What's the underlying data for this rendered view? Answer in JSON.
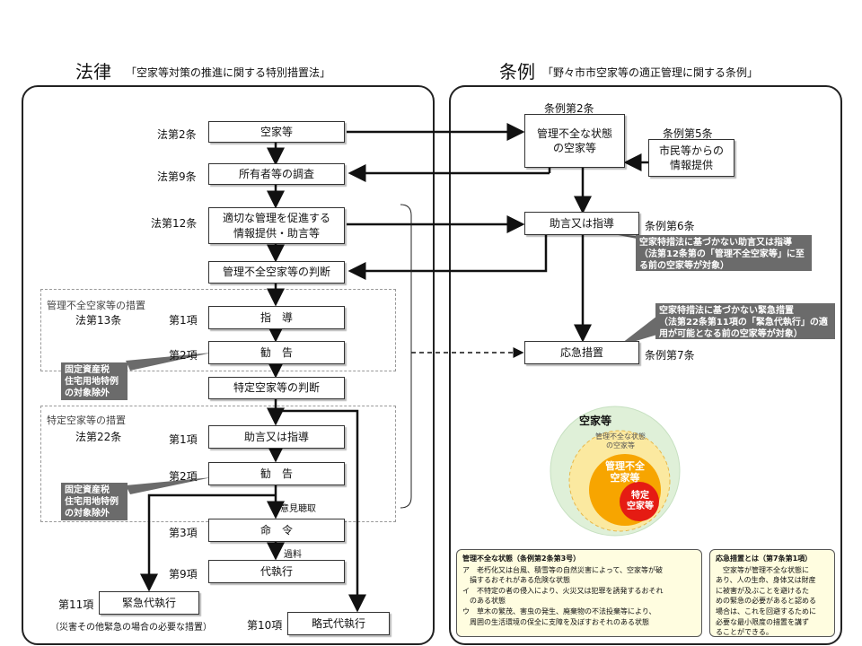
{
  "law": {
    "title": "法律",
    "subtitle": "「空家等対策の推進に関する特別措置法」",
    "boxes": {
      "akiya": "空家等",
      "chosa": "所有者等の調査",
      "joho": "適切な管理を促進する\n情報提供・助言等",
      "kanri_handan": "管理不全空家等の判断",
      "shido": "指　導",
      "kankoku1": "勧　告",
      "tokutei_handan": "特定空家等の判断",
      "jogen": "助言又は指導",
      "kankoku2": "勧　告",
      "meirei": "命　令",
      "daishikko": "代執行",
      "kinkyu": "緊急代執行",
      "ryakushiki": "略式代執行"
    },
    "labels": {
      "art2": "法第2条",
      "art9": "法第9条",
      "art12": "法第12条",
      "art13": "法第13条",
      "art22": "法第22条",
      "p1a": "第1項",
      "p2a": "第2項",
      "p1b": "第1項",
      "p2b": "第2項",
      "p3": "第3項",
      "p9": "第9項",
      "p11": "第11項",
      "p10": "第10項",
      "iken": "意見聴取",
      "karyo": "過料",
      "saigai": "（災害その他緊急の場合の必要な措置）"
    },
    "groups": {
      "kanri": "管理不全空家等の措置",
      "tokutei": "特定空家等の措置"
    },
    "callouts": {
      "kotei1": "固定資産税\n住宅用地特例\nの対象除外",
      "kotei2": "固定資産税\n住宅用地特例\nの対象除外"
    }
  },
  "ordinance": {
    "title": "条例",
    "subtitle": "「野々市市空家等の適正管理に関する条例」",
    "boxes": {
      "fuzen": "管理不全な状態\nの空家等",
      "shimin": "市民等からの\n情報提供",
      "jogen": "助言又は指導",
      "oukyu": "応急措置"
    },
    "labels": {
      "jo2": "条例第2条",
      "jo5": "条例第5条",
      "jo6": "条例第6条",
      "jo7": "条例第7条"
    },
    "callouts": {
      "c1": "空家特措法に基づかない助言又は指導\n（法第12条第の「管理不全空家等」に至\nる前の空家等が対象）",
      "c2": "空家特措法に基づかない緊急措置\n（法第22条第11項の「緊急代執行」の適\n用が可能となる前の空家等が対象）"
    },
    "venn": {
      "outer": "空家等",
      "fuzen": "管理不全な状態\nの空家等",
      "kanri": "管理不全\n空家等",
      "tokutei": "特定\n空家等"
    },
    "note1": {
      "title": "管理不全な状態（条例第2条第3号）",
      "lines": [
        "ア　老朽化又は台風、積雪等の自然災害によって、空家等が破",
        "　損するおそれがある危険な状態",
        "イ　不特定の者の侵入により、火災又は犯罪を誘発するおそれ",
        "　のある状態",
        "ウ　草木の繁茂、害虫の発生、廃棄物の不法投棄等により、",
        "　周囲の生活環境の保全に支障を及ぼすおそれのある状態"
      ]
    },
    "note2": {
      "title": "応急措置とは（第7条第1項）",
      "lines": [
        "　空家等が管理不全な状態に",
        "あり、人の生命、身体又は財産",
        "に被害が及ぶことを避けるた",
        "めの緊急の必要があると認める",
        "場合は、これを回避するために",
        "必要な最小限度の措置を講ず",
        "ることができる。"
      ]
    }
  },
  "colors": {
    "callout": "#6b6b6b",
    "note_bg": "#fffde0",
    "venn_outer": "#dff0d8",
    "venn_mid": "#fbe9a0",
    "venn_orange": "#f7a500",
    "venn_red": "#e51b13"
  }
}
